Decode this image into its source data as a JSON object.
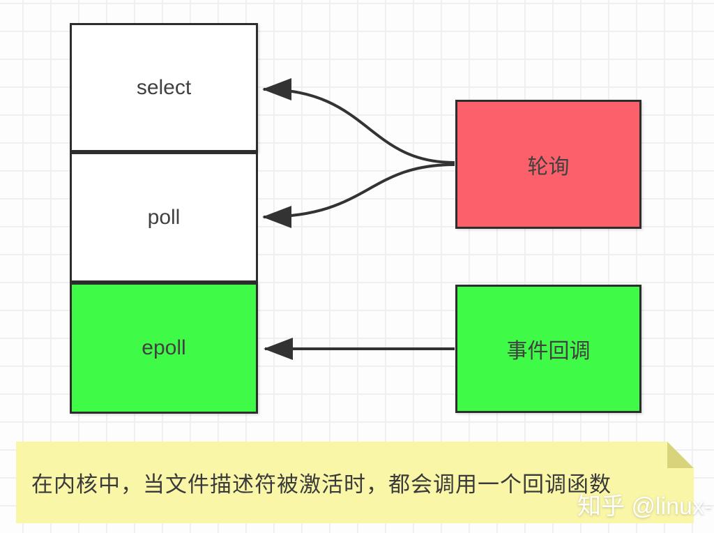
{
  "diagram": {
    "title_hint": "select / poll / epoll notification mechanisms",
    "left_stack": [
      {
        "id": "select",
        "label": "select",
        "fill": "#ffffff"
      },
      {
        "id": "poll",
        "label": "poll",
        "fill": "#ffffff"
      },
      {
        "id": "epoll",
        "label": "epoll",
        "fill": "#40fa48"
      }
    ],
    "right_boxes": [
      {
        "id": "polling",
        "label": "轮询",
        "fill": "#fb606b"
      },
      {
        "id": "event-callback",
        "label": "事件回调",
        "fill": "#40fa48"
      }
    ],
    "edges": [
      {
        "from": "polling",
        "to": "select",
        "style": "curved"
      },
      {
        "from": "polling",
        "to": "poll",
        "style": "curved"
      },
      {
        "from": "event-callback",
        "to": "epoll",
        "style": "straight"
      }
    ],
    "note": {
      "text": "在内核中，当文件描述符被激活时，都会调用一个回调函数",
      "fill": "#f9f6a7",
      "fold_fill": "#d9d47c"
    },
    "watermark": {
      "text": "知乎 @linux-"
    }
  },
  "colors": {
    "edge": "#333333",
    "border": "#2d2d2d",
    "grid_line": "#efefef",
    "background": "#fdfdfd"
  }
}
